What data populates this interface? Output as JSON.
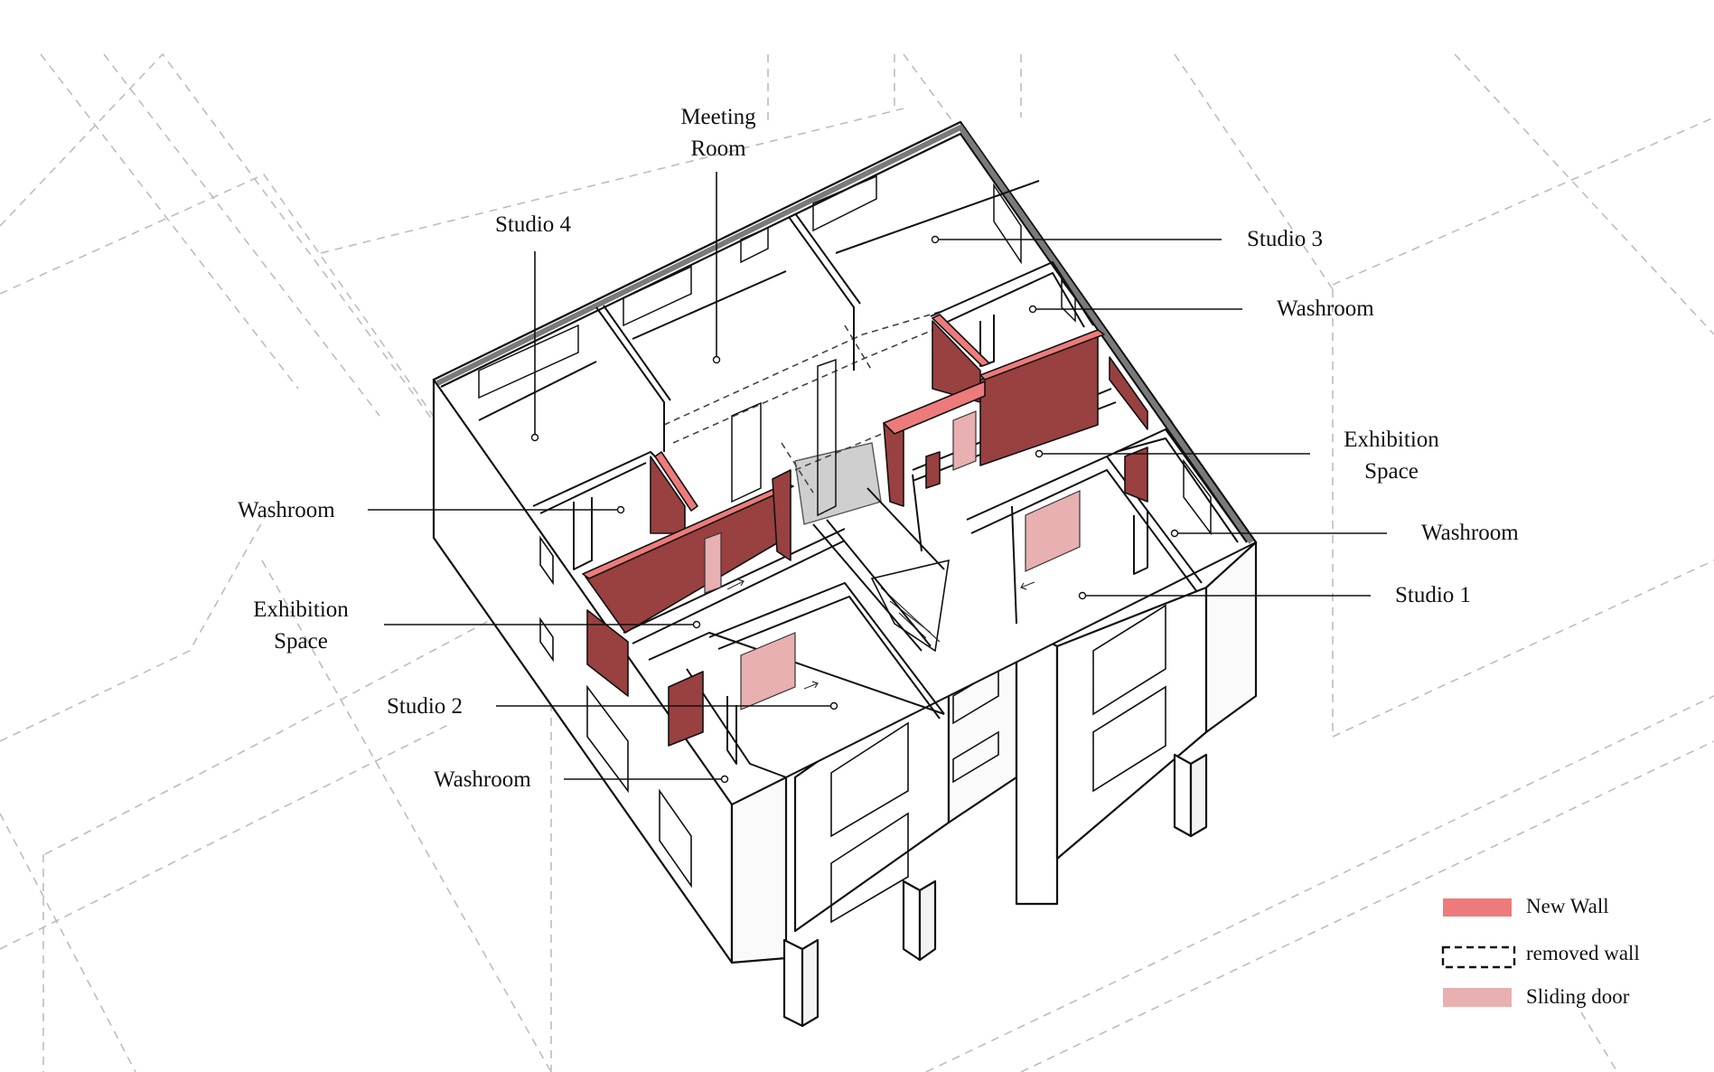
{
  "colors": {
    "new_wall": "#ee7b7b",
    "new_wall_dark": "#994040",
    "sliding_door": "#e8b0b0",
    "stair_grey": "#cfcfcf",
    "wall_top": "#777777",
    "outline": "#111111",
    "context_dash": "#b8b8b8"
  },
  "labels": {
    "meeting_room": [
      "Meeting",
      "Room"
    ],
    "studio_4": "Studio 4",
    "studio_3": "Studio 3",
    "washroom_ne": "Washroom",
    "exhibition_e": [
      "Exhibition",
      "Space"
    ],
    "washroom_e": "Washroom",
    "studio_1": "Studio 1",
    "washroom_w": "Washroom",
    "exhibition_w": [
      "Exhibition",
      "Space"
    ],
    "studio_2": "Studio 2",
    "washroom_sw": "Washroom"
  },
  "legend": {
    "new_wall": {
      "label": "New Wall",
      "swatch": "solid",
      "color": "#ee7b7b"
    },
    "removed_wall": {
      "label": "removed wall",
      "swatch": "dashed-outline",
      "color": "#111111"
    },
    "sliding_door": {
      "label": "Sliding door",
      "swatch": "solid",
      "color": "#e8b0b0"
    }
  }
}
